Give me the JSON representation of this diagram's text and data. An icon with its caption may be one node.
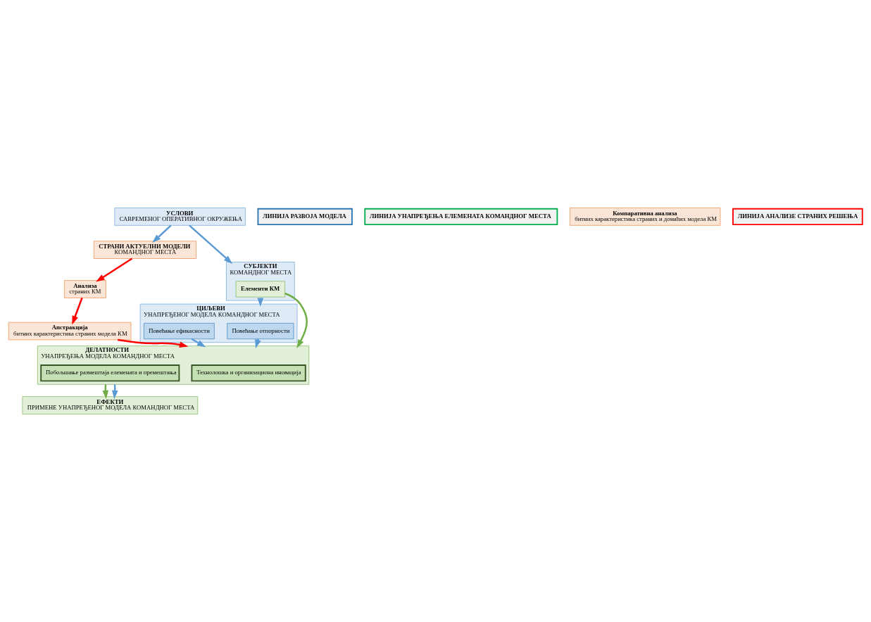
{
  "diagram": {
    "nodes": [
      {
        "text": [
          "УСЛОВИ",
          "САВРЕМЕНОГ ОПЕРАТИВНОГ ОКРУЖЕЊА"
        ]
      },
      {
        "text": [
          "ЛИНИЈА РАЗВОЈА МОДЕЛА"
        ]
      },
      {
        "text": [
          "СТРАНИ АКТУЕЛНИ МОДЕЛИ",
          "КОМАНДНОГ МЕСТА"
        ]
      },
      {
        "text": [
          "СУБЈЕКТИ",
          "КОМАНДНОГ МЕСТА"
        ]
      },
      {
        "text": [
          "Елементи КМ"
        ],
        "in": 3
      },
      {
        "text": [
          "ЛИНИЈА УНАПРЕЂЕЊА ЕЛЕМЕНАТА КОМАНДНОГ МЕСТА"
        ]
      },
      {
        "text": [
          "Анализа",
          "страних КМ"
        ]
      },
      {
        "text": [
          "ЦИЉЕВИ",
          "УНАПРЕЂЕНОГ МОДЕЛА КОМАНДНОГ МЕСТА"
        ]
      },
      {
        "text": [
          "Повећање отпорности"
        ],
        "in": 7
      },
      {
        "text": [
          "Повећање ефикасности"
        ],
        "in": 7
      },
      {
        "text": [
          "ДЕЛАТНОСТИ",
          "УНАПРЕЂЕЊА МОДЕЛА КОМАНДНОГ МЕСТА"
        ]
      },
      {
        "text": [
          "Технолошка и организациона иновација"
        ],
        "in": 10
      },
      {
        "text": [
          "Побољшање размештаја елемената и премештања"
        ],
        "in": 10
      },
      {
        "text": [
          "Апстракција",
          "битних карактеристика страних модела КМ"
        ]
      },
      {
        "text": [
          "Компаративна анализа",
          "битних карактеристика страних и домаћих модела КМ"
        ]
      },
      {
        "text": [
          "ЛИНИЈА АНАЛИЗЕ СТРАНИХ РЕШЕЊА"
        ]
      },
      {
        "text": [
          "ЕФЕКТИ",
          "ПРИМЕНЕ УНАПРЕЂЕНОГ МОДЕЛА КОМАНДНОГ МЕСТА"
        ]
      }
    ],
    "edges": [
      {
        "from": 0,
        "to": 2,
        "arrow": "to"
      },
      {
        "from": 0,
        "to": 3,
        "arrow": "to"
      },
      {
        "from": 2,
        "to": 6,
        "arrow": "to",
        "color": "#ff0000"
      },
      {
        "from": 6,
        "to": 13,
        "arrow": "to",
        "color": "#ff0000"
      },
      {
        "from": 3,
        "to": 7,
        "arrow": "to"
      },
      {
        "from": 4,
        "to": 10,
        "arrow": "to",
        "color": "#70ad47"
      },
      {
        "from": 9,
        "to": 10,
        "arrow": "to"
      },
      {
        "from": 8,
        "to": 10,
        "arrow": "to"
      },
      {
        "from": 13,
        "to": 10,
        "arrow": "to",
        "color": "#ff0000"
      },
      {
        "from": 10,
        "to": 16,
        "arrow": "to",
        "color": "#70ad47"
      },
      {
        "from": 10,
        "to": 16,
        "arrow": "to"
      }
    ]
  }
}
